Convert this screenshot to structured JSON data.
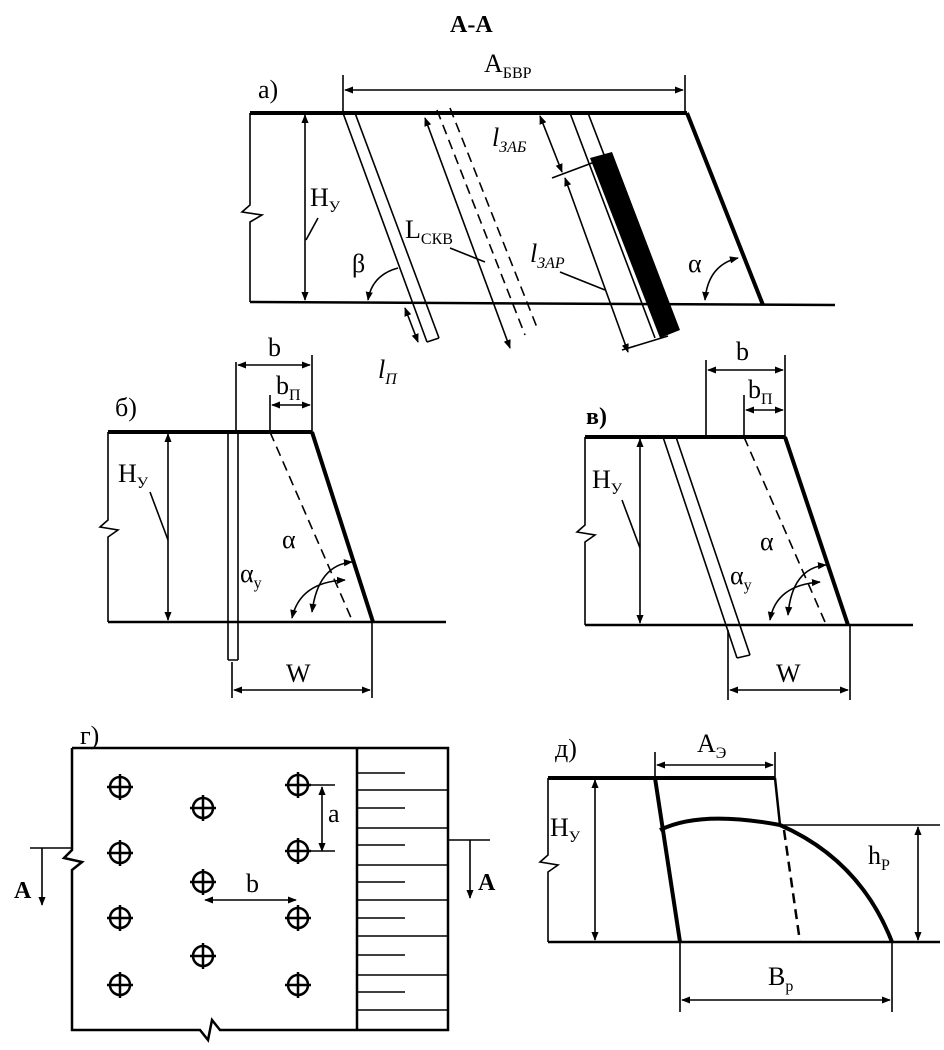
{
  "section_title": "А-А",
  "panel_labels": {
    "a": "а)",
    "b": "б)",
    "v": "в)",
    "g": "г)",
    "d": "д)"
  },
  "labels": {
    "A_bvr": {
      "main": "А",
      "sub": "БВР"
    },
    "H_y": {
      "main": "Н",
      "sub": "У"
    },
    "L_skv": {
      "main": "L",
      "sub": "СКВ"
    },
    "l_zab": {
      "main": "l",
      "sub": "ЗАБ"
    },
    "l_zar": {
      "main": "l",
      "sub": "ЗАР"
    },
    "l_p": {
      "main": "l",
      "sub": "П"
    },
    "beta": "β",
    "alpha": "α",
    "alpha_y": {
      "main": "α",
      "sub": "у"
    },
    "b": "b",
    "b_p": {
      "main": "b",
      "sub": "П"
    },
    "W": "W",
    "a": "а",
    "section_A": "А",
    "A_e": {
      "main": "А",
      "sub": "Э"
    },
    "h_p": {
      "main": "h",
      "sub": "Р"
    },
    "B_p": {
      "main": "В",
      "sub": "р"
    }
  }
}
